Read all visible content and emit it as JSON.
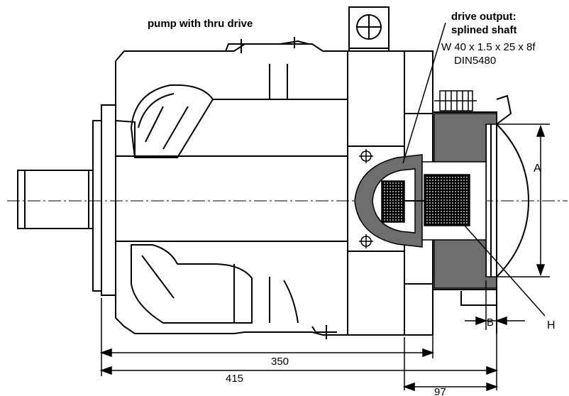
{
  "title": "pump with thru drive",
  "drive_output": {
    "line1": "drive output:",
    "line2": "splined shaft",
    "spec": "W 40 x 1.5 x 25 x 8f",
    "standard": "DIN5480"
  },
  "labels": {
    "A": "A",
    "B": "B",
    "H": "H"
  },
  "dimensions": {
    "d350": "350",
    "d415": "415",
    "d97": "97"
  },
  "colors": {
    "line": "#000000",
    "shade": "#6e6e6e",
    "background": "#ffffff"
  }
}
